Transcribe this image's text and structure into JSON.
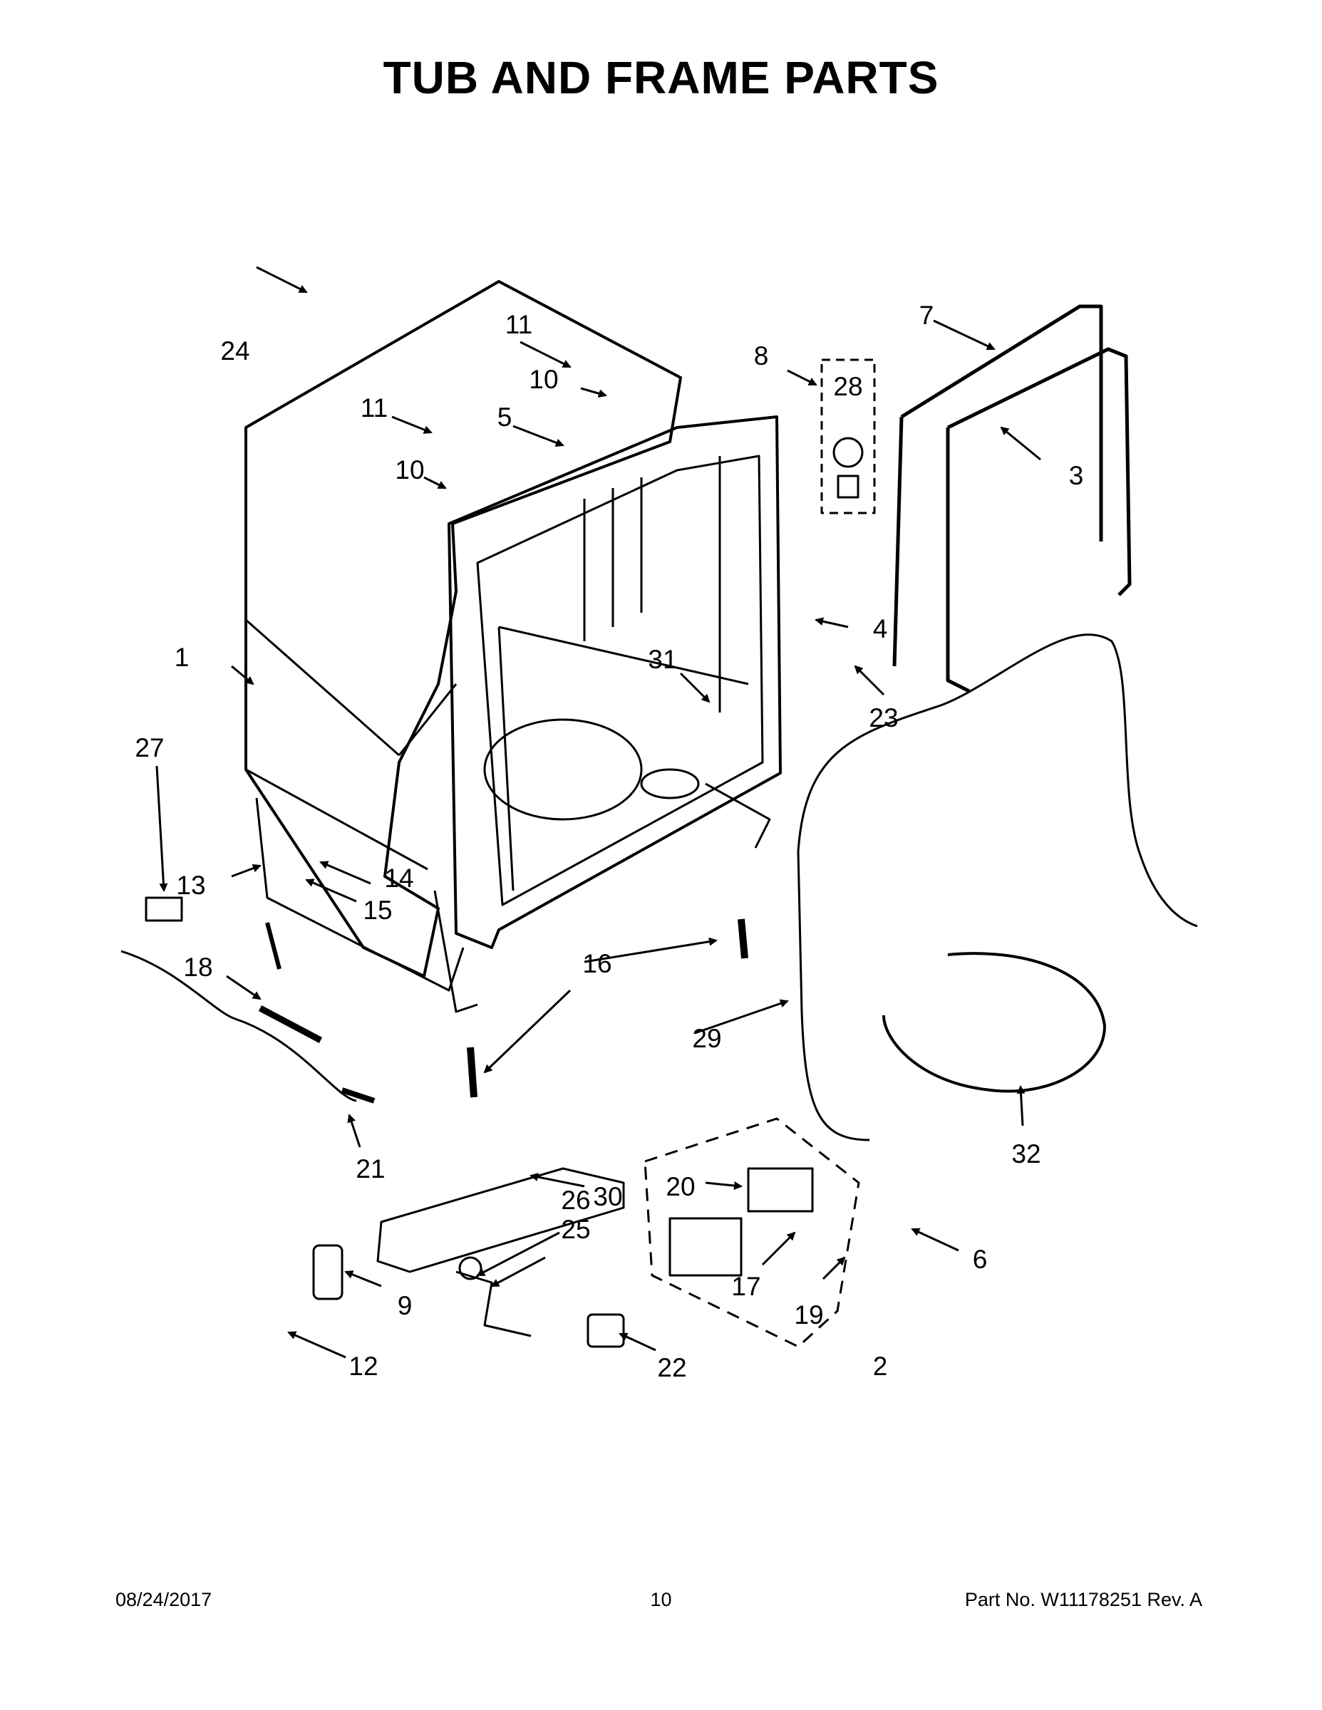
{
  "title": "TUB AND FRAME PARTS",
  "callouts": [
    "1",
    "2",
    "3",
    "4",
    "5",
    "6",
    "7",
    "8",
    "9",
    "10",
    "10",
    "11",
    "11",
    "12",
    "13",
    "14",
    "15",
    "16",
    "16",
    "17",
    "18",
    "19",
    "20",
    "21",
    "22",
    "23",
    "24",
    "25",
    "26",
    "27",
    "28",
    "29",
    "30",
    "31",
    "32"
  ],
  "footer": {
    "date": "08/24/2017",
    "page": "10",
    "part_no": "Part No.  W11178251  Rev.  A"
  }
}
